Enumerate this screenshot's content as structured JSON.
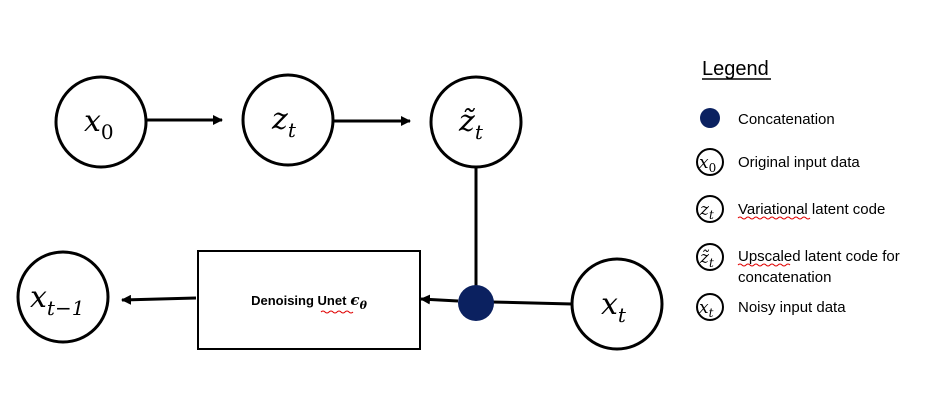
{
  "nodes": {
    "x0": {
      "base": "x",
      "sub": "0"
    },
    "zt": {
      "base": "z",
      "sub": "t"
    },
    "zt_tilde": {
      "base": "z̃",
      "sub": "t"
    },
    "xt": {
      "base": "x",
      "sub": "t"
    },
    "xt_minus_1": {
      "base": "x",
      "sub": "t−1"
    }
  },
  "denoiser": {
    "label": "Denoising Unet",
    "symbol": "ϵ",
    "symbol_sub": "θ"
  },
  "colors": {
    "concat_node": "#0b2160",
    "stroke": "#000000",
    "squiggle": "#e00000"
  },
  "legend": {
    "title": "Legend",
    "concatenation": "Concatenation",
    "x0_label": "Original input data",
    "zt_label": "Variational latent code",
    "zt_tilde_label_line1": "Upscaled latent code for",
    "zt_tilde_label_line2": "concatenation",
    "xt_label": "Noisy input data"
  }
}
